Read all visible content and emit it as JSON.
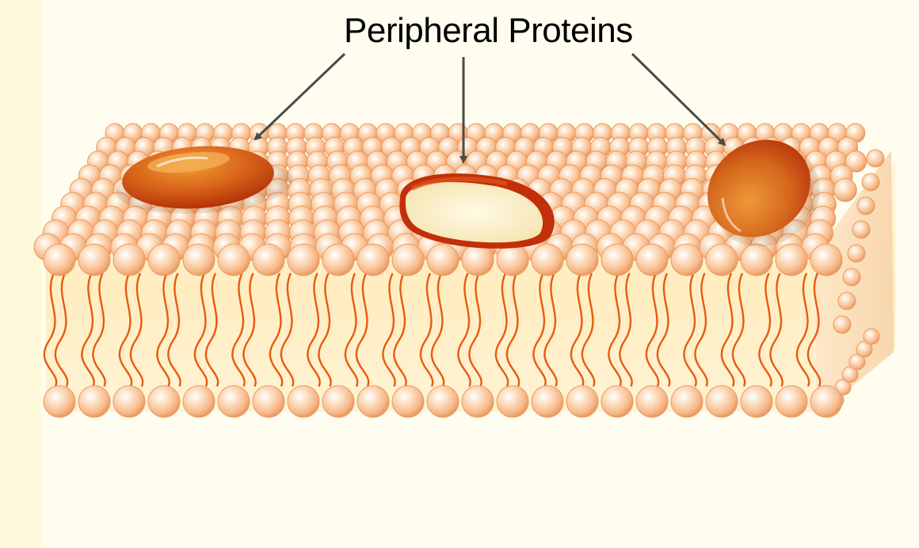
{
  "diagram": {
    "label": "Peripheral Proteins"
  },
  "colors": {
    "background": "#fffdf0",
    "left_band": "#fff9dc",
    "head": "#f7c79e",
    "head_edge": "#eb9b63",
    "head_highlight": "#ffffff",
    "tail": "#e85a10",
    "membrane_body": "#fff0c8",
    "protein_dark": "#b82d05",
    "protein_mid": "#d2651a",
    "protein_light": "#ef8c2a",
    "protein_inner": "#fdf3cf",
    "arrow": "#4a4a4a",
    "text": "#000000"
  },
  "icons": {
    "lipid_head": "sphere",
    "lipid_tail": "zigzag-chain",
    "protein": "ellipsoid"
  }
}
